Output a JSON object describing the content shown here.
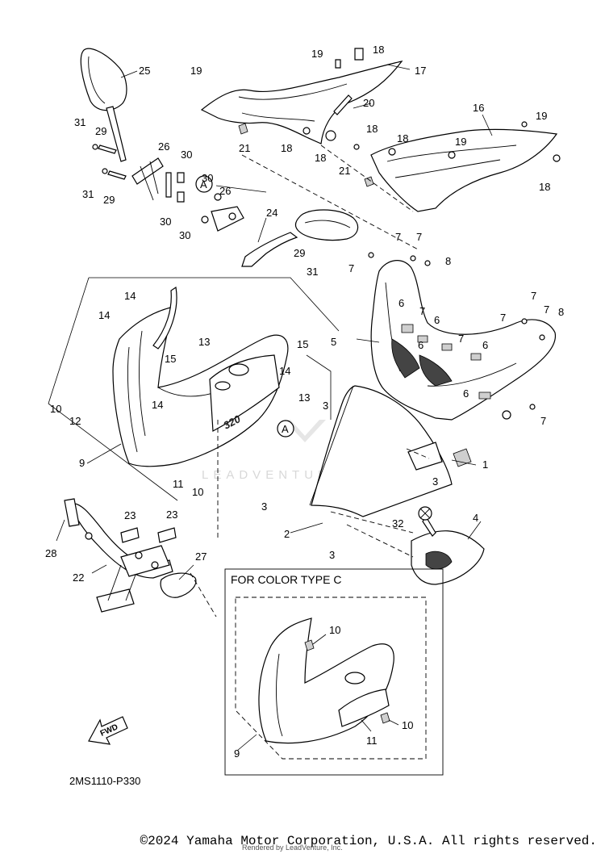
{
  "diagram": {
    "code": "2MS1110-P330",
    "callout_marker": "A",
    "fwd_label": "FWD",
    "model_mark": "320",
    "watermark": "LEADVENTURE",
    "color_type_box_title": "FOR COLOR TYPE C"
  },
  "part_labels": [
    "1",
    "2",
    "3",
    "3",
    "3",
    "3",
    "4",
    "5",
    "6",
    "6",
    "6",
    "6",
    "6",
    "7",
    "7",
    "7",
    "7",
    "7",
    "7",
    "7",
    "7",
    "7",
    "8",
    "8",
    "9",
    "9",
    "10",
    "10",
    "10",
    "10",
    "11",
    "11",
    "12",
    "13",
    "13",
    "14",
    "14",
    "14",
    "14",
    "15",
    "15",
    "16",
    "17",
    "18",
    "18",
    "18",
    "18",
    "18",
    "18",
    "19",
    "19",
    "19",
    "19",
    "20",
    "21",
    "21",
    "22",
    "23",
    "23",
    "24",
    "25",
    "26",
    "26",
    "27",
    "28",
    "29",
    "29",
    "29",
    "30",
    "30",
    "30",
    "30",
    "31",
    "31",
    "31",
    "32"
  ],
  "footer": {
    "copyright": "©2024 Yamaha Motor Corporation, U.S.A. All rights reserved.",
    "rendered_by": "Rendered by LeadVenture, Inc."
  }
}
